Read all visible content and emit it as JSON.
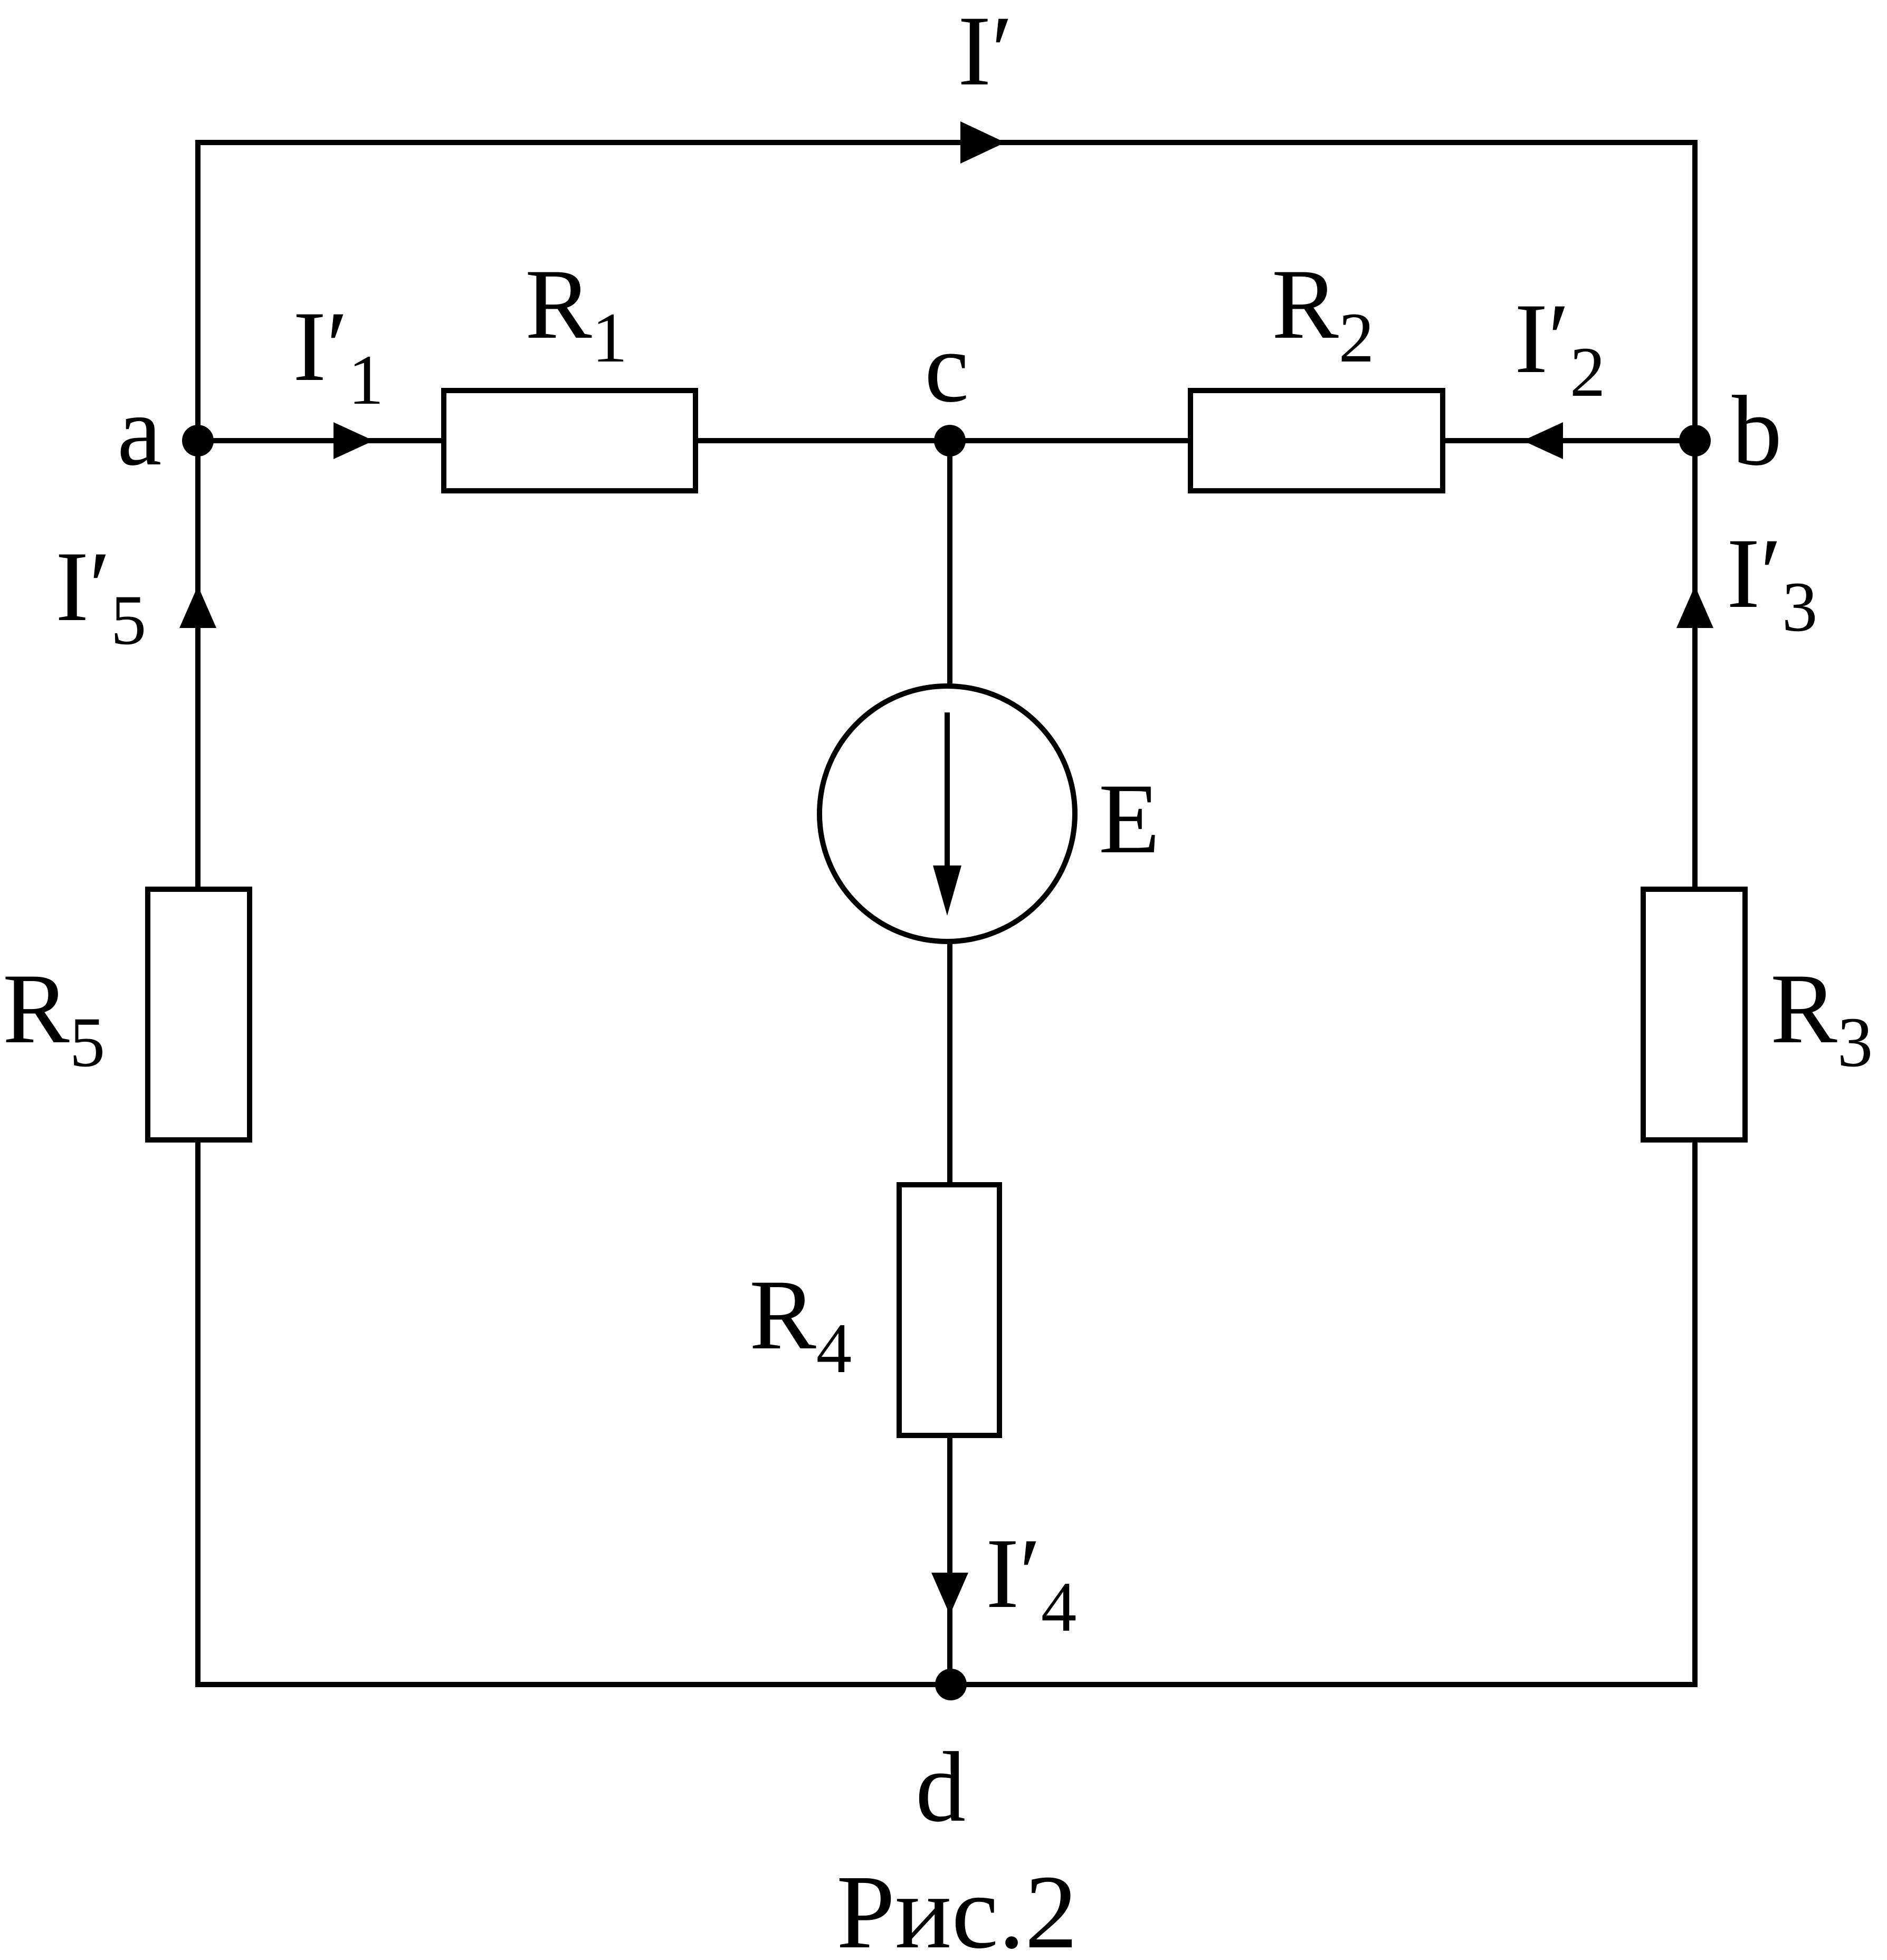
{
  "nodes": {
    "a": "a",
    "b": "b",
    "c": "c",
    "d": "d"
  },
  "currents": {
    "I_total": {
      "base": "I′",
      "sub": ""
    },
    "I1": {
      "base": "I′",
      "sub": "1"
    },
    "I2": {
      "base": "I′",
      "sub": "2"
    },
    "I3": {
      "base": "I′",
      "sub": "3"
    },
    "I4": {
      "base": "I′",
      "sub": "4"
    },
    "I5": {
      "base": "I′",
      "sub": "5"
    }
  },
  "resistors": {
    "R1": {
      "base": "R",
      "sub": "1"
    },
    "R2": {
      "base": "R",
      "sub": "2"
    },
    "R3": {
      "base": "R",
      "sub": "3"
    },
    "R4": {
      "base": "R",
      "sub": "4"
    },
    "R5": {
      "base": "R",
      "sub": "5"
    }
  },
  "source": {
    "label": "E"
  },
  "caption": "Рис.2"
}
